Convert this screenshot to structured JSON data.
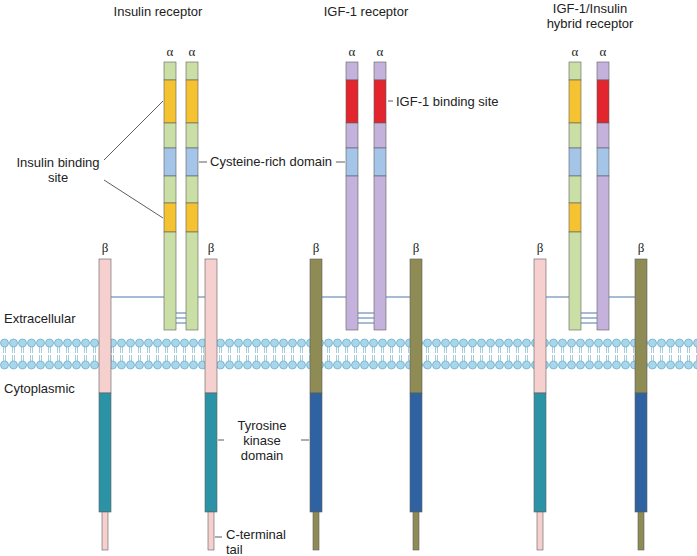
{
  "diagram": {
    "labels": [
      "Insulin receptor",
      "IGF-1 receptor",
      "IGF-1/Insulin hybrid receptor",
      "α",
      "α",
      "α",
      "α",
      "α",
      "α",
      "β",
      "β",
      "β",
      "β",
      "β",
      "β",
      "Insulin binding site",
      "IGF-1 binding site",
      "Cysteine-rich domain",
      "Extracellular",
      "Cytoplasmic",
      "Tyrosine kinase domain",
      "C-terminal tail"
    ]
  }
}
